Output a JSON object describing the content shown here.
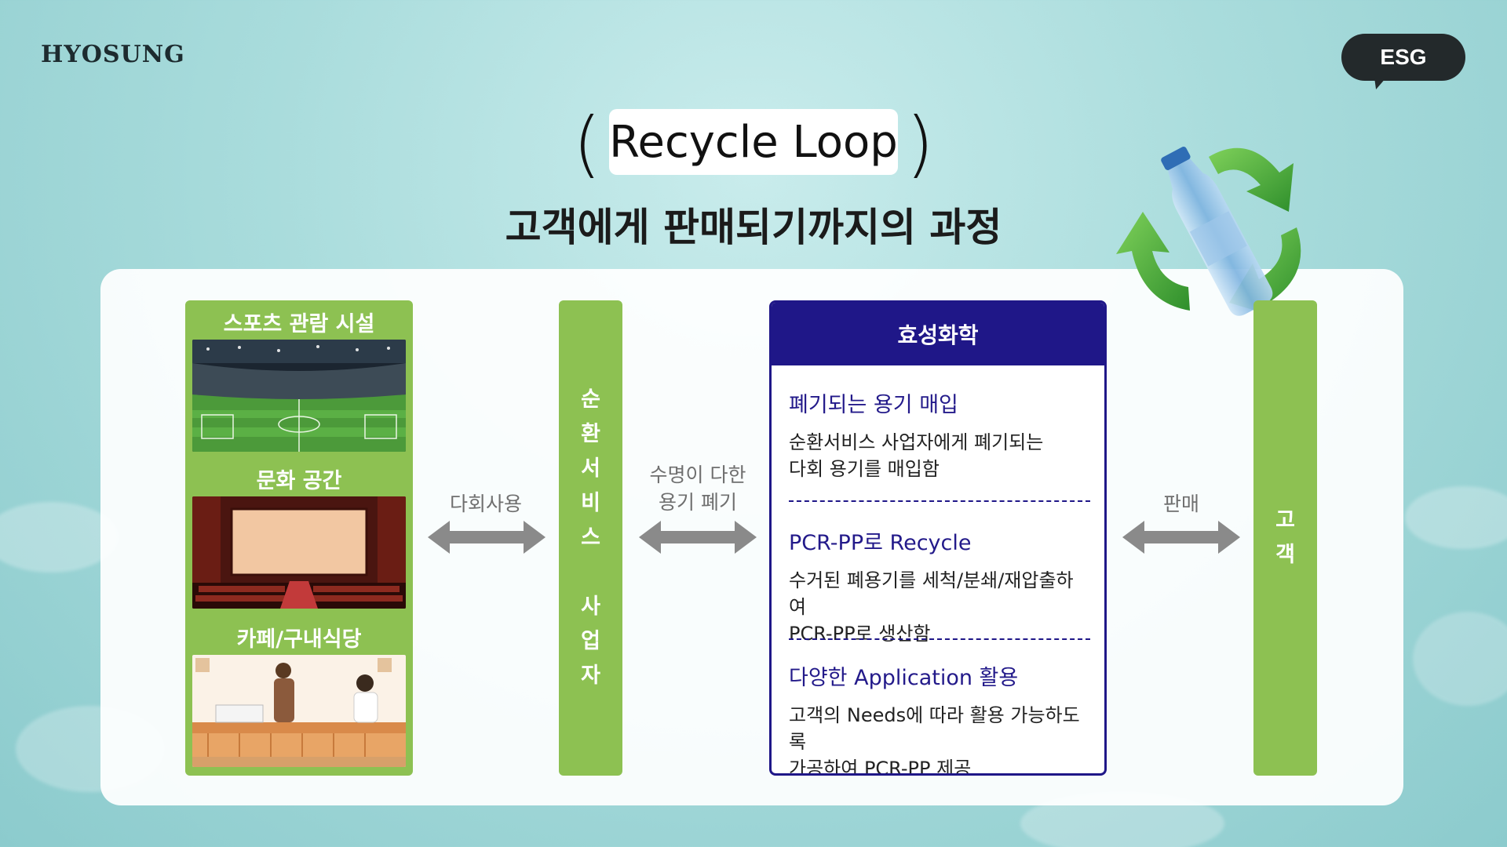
{
  "brand": {
    "logo_text": "HYOSUNG",
    "badge": "ESG"
  },
  "title": {
    "main": "Recycle Loop",
    "subtitle": "고객에게 판매되기까지의 과정"
  },
  "sources": {
    "items": [
      {
        "label": "스포츠 관람 시설",
        "scene": "stadium"
      },
      {
        "label": "문화 공간",
        "scene": "theater"
      },
      {
        "label": "카페/구내식당",
        "scene": "cafe"
      }
    ]
  },
  "arrows": {
    "reuse": "다회사용",
    "disposal_line1": "수명이 다한",
    "disposal_line2": "용기 폐기",
    "sale": "판매"
  },
  "service_provider": {
    "chars": [
      "순",
      "환",
      "서",
      "비",
      "스",
      "",
      "사",
      "업",
      "자"
    ]
  },
  "company": {
    "name": "효성화학",
    "steps": [
      {
        "title": "폐기되는 용기 매입",
        "line1": "순환서비스 사업자에게 폐기되는",
        "line2": "다회 용기를 매입함"
      },
      {
        "title": "PCR-PP로 Recycle",
        "line1": "수거된 폐용기를 세척/분쇄/재압출하여",
        "line2": "PCR-PP로 생산함"
      },
      {
        "title": "다양한 Application 활용",
        "line1": "고객의 Needs에 따라 활용 가능하도록",
        "line2": "가공하여 PCR-PP 제공"
      }
    ]
  },
  "customer": {
    "chars": [
      "고",
      "객"
    ]
  },
  "colors": {
    "green": "#8dc152",
    "navy": "#1f1788",
    "arrow_gray": "#8a8a8a",
    "dark": "#23292b"
  },
  "icons": {
    "recycle": "recycle-bottle-icon"
  }
}
